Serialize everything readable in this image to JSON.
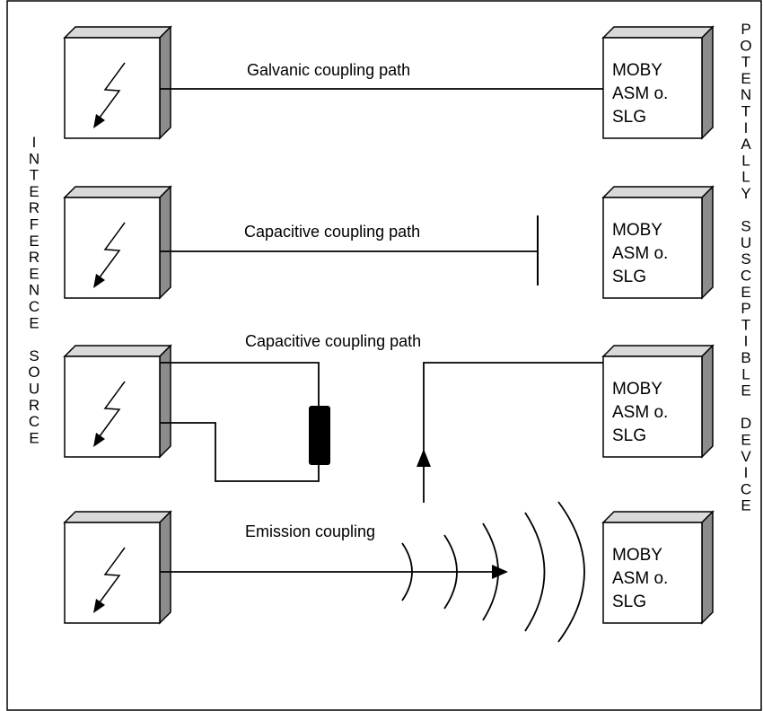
{
  "diagram": {
    "left_vertical_label": "INTERFERENCE SOURCE",
    "right_vertical_label": "POTENTIALLY SUSCEPTIBLE DEVICE",
    "rows": [
      {
        "path_label": "Galvanic coupling path",
        "device_lines": [
          "MOBY",
          "ASM o.",
          "SLG"
        ],
        "source_icon": "lightning-bolt-icon"
      },
      {
        "path_label": "Capacitive coupling path",
        "device_lines": [
          "MOBY",
          "ASM o.",
          "SLG"
        ],
        "source_icon": "lightning-bolt-icon"
      },
      {
        "path_label": "Capacitive coupling path",
        "device_lines": [
          "MOBY",
          "ASM o.",
          "SLG"
        ],
        "source_icon": "lightning-bolt-icon"
      },
      {
        "path_label": "Emission coupling",
        "device_lines": [
          "MOBY",
          "ASM o.",
          "SLG"
        ],
        "source_icon": "lightning-bolt-icon"
      }
    ]
  }
}
